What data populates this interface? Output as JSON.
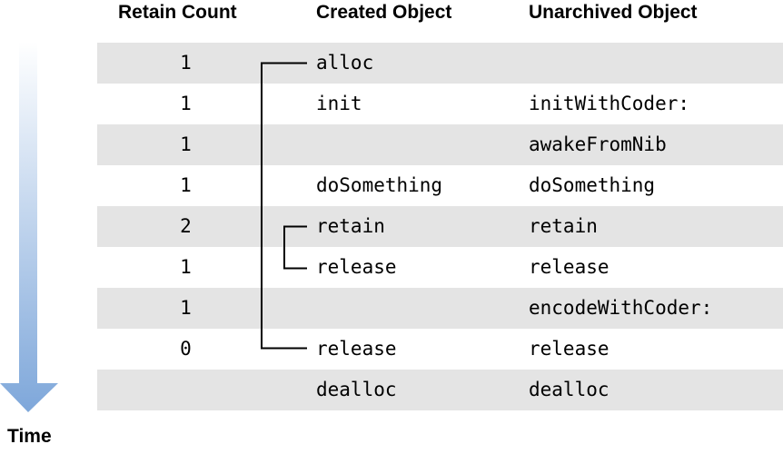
{
  "headers": {
    "retain_count": "Retain Count",
    "created_object": "Created Object",
    "unarchived_object": "Unarchived Object"
  },
  "time_label": "Time",
  "colors": {
    "row_shade": "#e4e4e4",
    "arrow_top": "#ffffff",
    "arrow_bottom": "#7ea7da"
  },
  "rows": [
    {
      "count": "1",
      "created": "alloc",
      "unarchived": ""
    },
    {
      "count": "1",
      "created": "init",
      "unarchived": "initWithCoder:"
    },
    {
      "count": "1",
      "created": "",
      "unarchived": "awakeFromNib"
    },
    {
      "count": "1",
      "created": "doSomething",
      "unarchived": "doSomething"
    },
    {
      "count": "2",
      "created": "retain",
      "unarchived": "retain"
    },
    {
      "count": "1",
      "created": "release",
      "unarchived": "release"
    },
    {
      "count": "1",
      "created": "",
      "unarchived": "encodeWithCoder:"
    },
    {
      "count": "0",
      "created": "release",
      "unarchived": "release"
    },
    {
      "count": "",
      "created": "dealloc",
      "unarchived": "dealloc"
    }
  ]
}
